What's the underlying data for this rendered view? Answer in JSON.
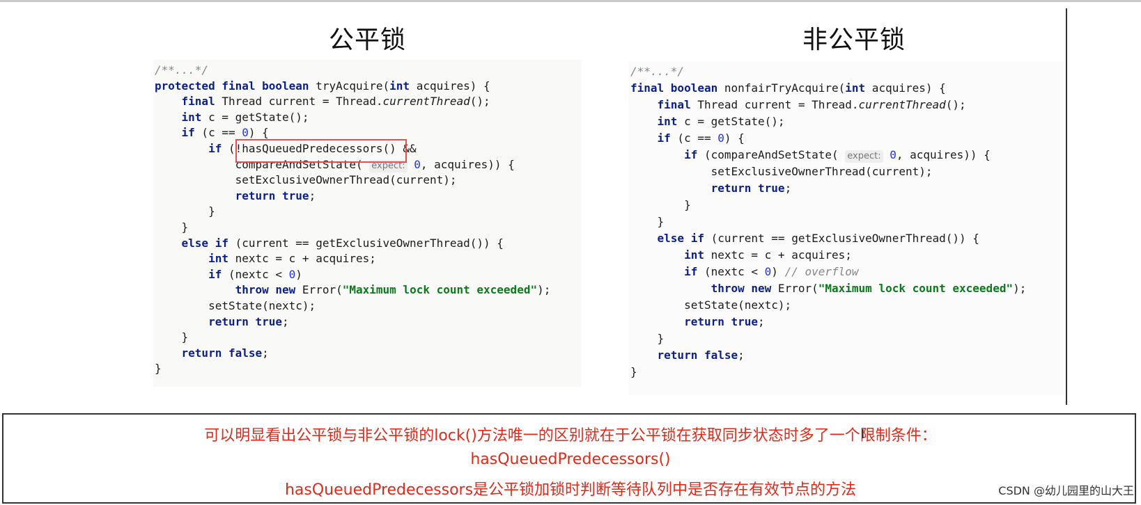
{
  "titles": {
    "fair": "公平锁",
    "unfair": "非公平锁"
  },
  "fair_code": [
    [
      [
        "cmt",
        "/**...*/"
      ]
    ],
    [
      [
        "kw",
        "protected final boolean"
      ],
      [
        "",
        " tryAcquire("
      ],
      [
        "kw",
        "int"
      ],
      [
        "",
        " acquires) {"
      ]
    ],
    [
      [
        "",
        "    "
      ],
      [
        "kw",
        "final"
      ],
      [
        "",
        " Thread current = Thread."
      ],
      [
        "it",
        "currentThread"
      ],
      [
        "",
        "();"
      ]
    ],
    [
      [
        "",
        "    "
      ],
      [
        "kw",
        "int"
      ],
      [
        "",
        " c = getState();"
      ]
    ],
    [
      [
        "",
        "    "
      ],
      [
        "kw",
        "if"
      ],
      [
        "",
        " (c == "
      ],
      [
        "num",
        "0"
      ],
      [
        "",
        ") {"
      ]
    ],
    [
      [
        "",
        "        "
      ],
      [
        "kw",
        "if"
      ],
      [
        "",
        " (!hasQueuedPredecessors() &&"
      ]
    ],
    [
      [
        "",
        "            compareAndSetState( "
      ],
      [
        "hint",
        "expect:"
      ],
      [
        "",
        " "
      ],
      [
        "num",
        "0"
      ],
      [
        "",
        ", acquires)) {"
      ]
    ],
    [
      [
        "",
        "            setExclusiveOwnerThread(current);"
      ]
    ],
    [
      [
        "",
        "            "
      ],
      [
        "kw",
        "return true"
      ],
      [
        "",
        ";"
      ]
    ],
    [
      [
        "",
        "        }"
      ]
    ],
    [
      [
        "",
        "    }"
      ]
    ],
    [
      [
        "",
        "    "
      ],
      [
        "kw",
        "else if"
      ],
      [
        "",
        " (current == getExclusiveOwnerThread()) {"
      ]
    ],
    [
      [
        "",
        "        "
      ],
      [
        "kw",
        "int"
      ],
      [
        "",
        " nextc = c + acquires;"
      ]
    ],
    [
      [
        "",
        "        "
      ],
      [
        "kw",
        "if"
      ],
      [
        "",
        " (nextc < "
      ],
      [
        "num",
        "0"
      ],
      [
        "",
        ")"
      ]
    ],
    [
      [
        "",
        "            "
      ],
      [
        "kw",
        "throw new"
      ],
      [
        "",
        " Error("
      ],
      [
        "str",
        "\"Maximum lock count exceeded\""
      ],
      [
        "",
        ");"
      ]
    ],
    [
      [
        "",
        "        setState(nextc);"
      ]
    ],
    [
      [
        "",
        "        "
      ],
      [
        "kw",
        "return true"
      ],
      [
        "",
        ";"
      ]
    ],
    [
      [
        "",
        "    }"
      ]
    ],
    [
      [
        "",
        "    "
      ],
      [
        "kw",
        "return false"
      ],
      [
        "",
        ";"
      ]
    ],
    [
      [
        "",
        "}"
      ]
    ]
  ],
  "unfair_code": [
    [
      [
        "cmt",
        "/**...*/"
      ]
    ],
    [
      [
        "kw",
        "final boolean"
      ],
      [
        "",
        " nonfairTryAcquire("
      ],
      [
        "kw",
        "int"
      ],
      [
        "",
        " acquires) {"
      ]
    ],
    [
      [
        "",
        "    "
      ],
      [
        "kw",
        "final"
      ],
      [
        "",
        " Thread current = Thread."
      ],
      [
        "it",
        "currentThread"
      ],
      [
        "",
        "();"
      ]
    ],
    [
      [
        "",
        "    "
      ],
      [
        "kw",
        "int"
      ],
      [
        "",
        " c = getState();"
      ]
    ],
    [
      [
        "",
        "    "
      ],
      [
        "kw",
        "if"
      ],
      [
        "",
        " (c == "
      ],
      [
        "num",
        "0"
      ],
      [
        "",
        ") {"
      ]
    ],
    [
      [
        "",
        "        "
      ],
      [
        "kw",
        "if"
      ],
      [
        "",
        " (compareAndSetState( "
      ],
      [
        "hint",
        "expect:"
      ],
      [
        "",
        " "
      ],
      [
        "num",
        "0"
      ],
      [
        "",
        ", acquires)) {"
      ]
    ],
    [
      [
        "",
        "            setExclusiveOwnerThread(current);"
      ]
    ],
    [
      [
        "",
        "            "
      ],
      [
        "kw",
        "return true"
      ],
      [
        "",
        ";"
      ]
    ],
    [
      [
        "",
        "        }"
      ]
    ],
    [
      [
        "",
        "    }"
      ]
    ],
    [
      [
        "",
        "    "
      ],
      [
        "kw",
        "else if"
      ],
      [
        "",
        " (current == getExclusiveOwnerThread()) {"
      ]
    ],
    [
      [
        "",
        "        "
      ],
      [
        "kw",
        "int"
      ],
      [
        "",
        " nextc = c + acquires;"
      ]
    ],
    [
      [
        "",
        "        "
      ],
      [
        "kw",
        "if"
      ],
      [
        "",
        " (nextc < "
      ],
      [
        "num",
        "0"
      ],
      [
        "",
        ") "
      ],
      [
        "cmt",
        "// overflow"
      ]
    ],
    [
      [
        "",
        "            "
      ],
      [
        "kw",
        "throw new"
      ],
      [
        "",
        " Error("
      ],
      [
        "str",
        "\"Maximum lock count exceeded\""
      ],
      [
        "",
        ");"
      ]
    ],
    [
      [
        "",
        "        setState(nextc);"
      ]
    ],
    [
      [
        "",
        "        "
      ],
      [
        "kw",
        "return true"
      ],
      [
        "",
        ";"
      ]
    ],
    [
      [
        "",
        "    }"
      ]
    ],
    [
      [
        "",
        "    "
      ],
      [
        "kw",
        "return false"
      ],
      [
        "",
        ";"
      ]
    ],
    [
      [
        "",
        "}"
      ]
    ]
  ],
  "notes": {
    "line1": "可以明显看出公平锁与非公平锁的lock()方法唯一的区别就在于公平锁在获取同步状态时多了一个限制条件：",
    "line2": "hasQueuedPredecessors()",
    "line3": "hasQueuedPredecessors是公平锁加锁时判断等待队列中是否存在有效节点的方法"
  },
  "watermark": "CSDN @幼儿园里的山大王",
  "cursor_glyph": "I",
  "colors": {
    "note_red": "#e02a1a",
    "keyword": "#0b1f8c",
    "string": "#0a7a1a",
    "number": "#1f2fff",
    "box_red": "#e05050"
  }
}
